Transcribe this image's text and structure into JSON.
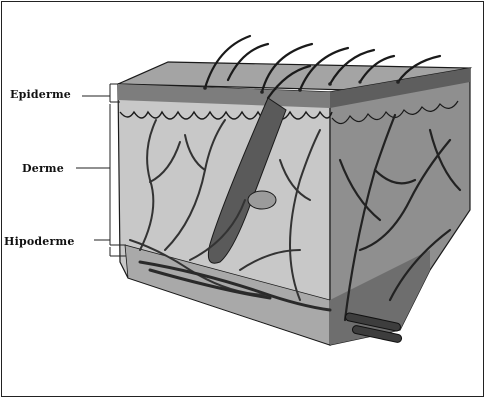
{
  "labels": {
    "epidermis": "Epiderme",
    "dermis": "Derme",
    "hypodermis": "Hipoderme"
  },
  "colors": {
    "outline": "#1a1a1a",
    "epidermis_top": "#9a9a9a",
    "dermis_front": "#c4c4c4",
    "dermis_side": "#8d8d8d",
    "hypodermis": "#b8b8b8",
    "vessel": "#3a3a3a"
  }
}
